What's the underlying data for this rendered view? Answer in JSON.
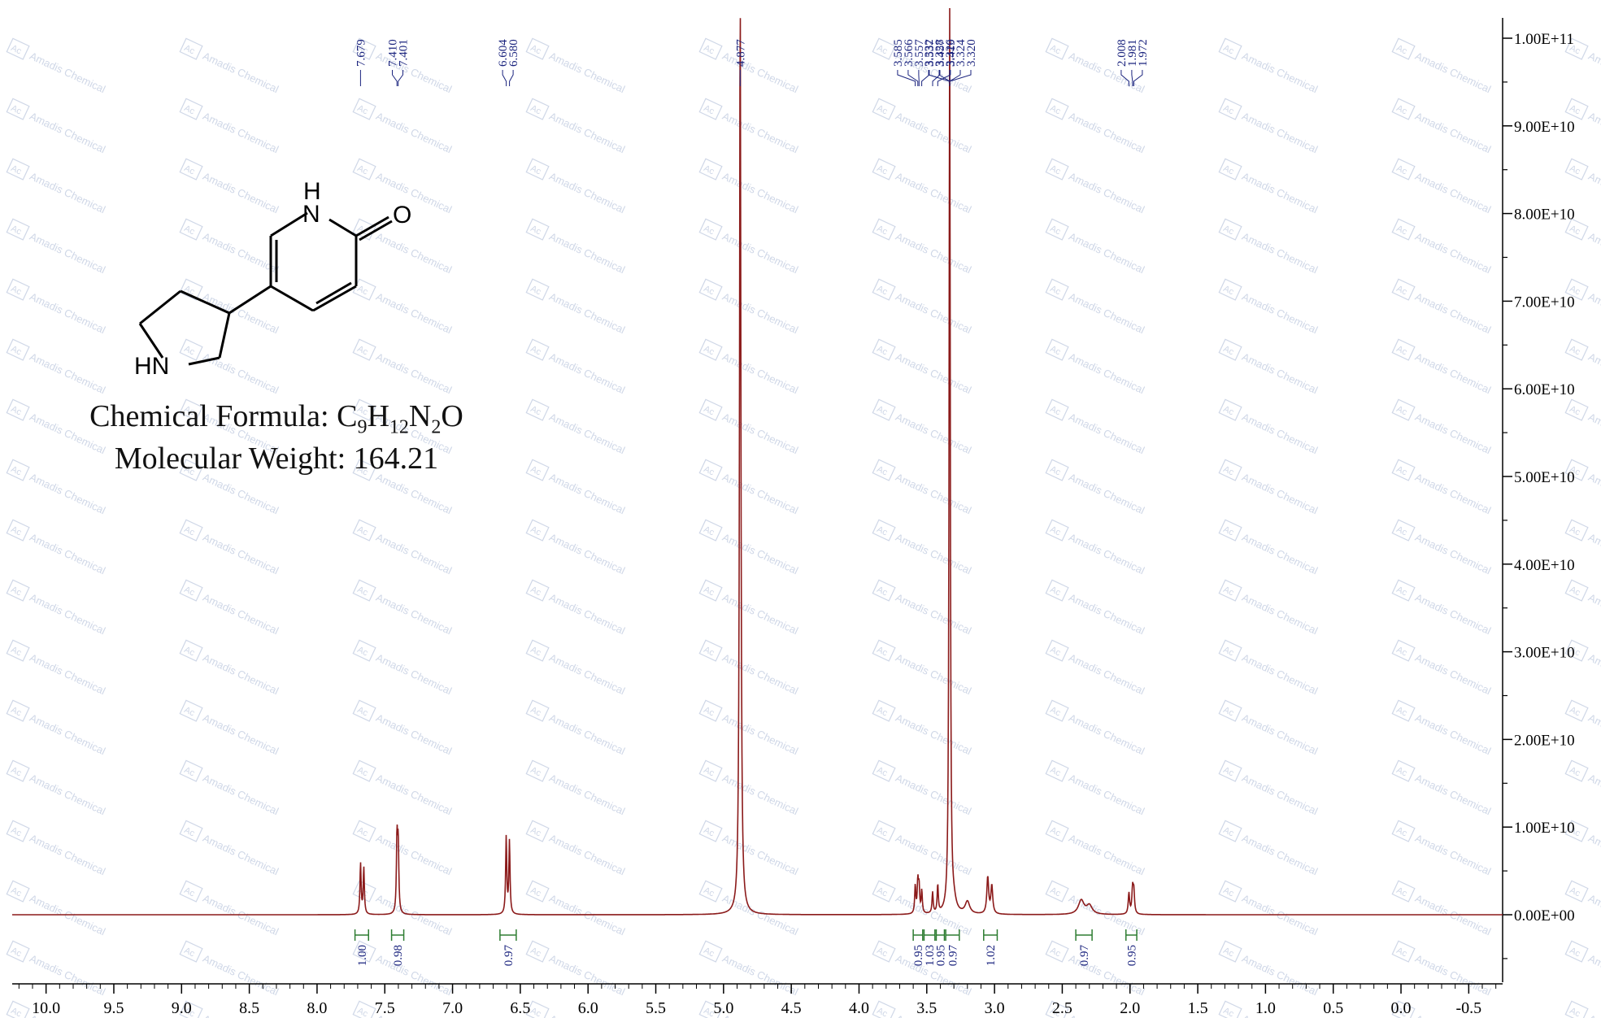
{
  "compound": {
    "formula_label": "Chemical Formula:",
    "formula_parts": [
      "C",
      "9",
      "H",
      "12",
      "N",
      "2",
      "O"
    ],
    "mw_label": "Molecular Weight:",
    "mw_value": "164.21",
    "atom_labels": {
      "nh_top": "H",
      "n_top": "N",
      "o": "O",
      "hn": "HN"
    }
  },
  "watermark": {
    "text": "Amadis Chemical",
    "logo": "Ac"
  },
  "chart_data": {
    "type": "line",
    "xlim": [
      10.25,
      -0.75
    ],
    "ylim": [
      -8000000000.0,
      102000000000.0
    ],
    "x_ticks": [
      10.0,
      9.5,
      9.0,
      8.5,
      8.0,
      7.5,
      7.0,
      6.5,
      6.0,
      5.5,
      5.0,
      4.5,
      4.0,
      3.5,
      3.0,
      2.5,
      2.0,
      1.5,
      1.0,
      0.5,
      0.0,
      -0.5
    ],
    "x_tick_labels": [
      "10.0",
      "9.5",
      "9.0",
      "8.5",
      "8.0",
      "7.5",
      "7.0",
      "6.5",
      "6.0",
      "5.5",
      "5.0",
      "4.5",
      "4.0",
      "3.5",
      "3.0",
      "2.5",
      "2.0",
      "1.5",
      "1.0",
      "0.5",
      "0.0",
      "-0.5"
    ],
    "y_ticks": [
      0,
      10000000000.0,
      20000000000.0,
      30000000000.0,
      40000000000.0,
      50000000000.0,
      60000000000.0,
      70000000000.0,
      80000000000.0,
      90000000000.0,
      100000000000.0
    ],
    "y_tick_labels": [
      "0.00E+00",
      "1.00E+10",
      "2.00E+10",
      "3.00E+10",
      "4.00E+10",
      "5.00E+10",
      "6.00E+10",
      "7.00E+10",
      "8.00E+10",
      "9.00E+10",
      "1.00E+11"
    ],
    "peaks": [
      {
        "x": 7.679,
        "h": 5800000000.0,
        "w": 0.005
      },
      {
        "x": 7.655,
        "h": 5300000000.0,
        "w": 0.005
      },
      {
        "x": 7.41,
        "h": 8600000000.0,
        "w": 0.005
      },
      {
        "x": 7.401,
        "h": 7800000000.0,
        "w": 0.005
      },
      {
        "x": 6.604,
        "h": 8800000000.0,
        "w": 0.005
      },
      {
        "x": 6.58,
        "h": 8300000000.0,
        "w": 0.005
      },
      {
        "x": 4.877,
        "h": 105000000000.0,
        "w": 0.006
      },
      {
        "x": 3.585,
        "h": 3200000000.0,
        "w": 0.005
      },
      {
        "x": 3.566,
        "h": 3600000000.0,
        "w": 0.005
      },
      {
        "x": 3.557,
        "h": 3000000000.0,
        "w": 0.005
      },
      {
        "x": 3.537,
        "h": 2600000000.0,
        "w": 0.005
      },
      {
        "x": 3.457,
        "h": 2400000000.0,
        "w": 0.005
      },
      {
        "x": 3.419,
        "h": 3200000000.0,
        "w": 0.005
      },
      {
        "x": 3.331,
        "h": 105000000000.0,
        "w": 0.005
      },
      {
        "x": 3.3,
        "h": 1000000000.0,
        "w": 0.02
      },
      {
        "x": 3.2,
        "h": 1400000000.0,
        "w": 0.02
      },
      {
        "x": 3.05,
        "h": 4200000000.0,
        "w": 0.008
      },
      {
        "x": 3.02,
        "h": 3200000000.0,
        "w": 0.008
      },
      {
        "x": 2.36,
        "h": 1600000000.0,
        "w": 0.025
      },
      {
        "x": 2.3,
        "h": 1000000000.0,
        "w": 0.025
      },
      {
        "x": 2.008,
        "h": 2400000000.0,
        "w": 0.006
      },
      {
        "x": 1.981,
        "h": 2800000000.0,
        "w": 0.006
      },
      {
        "x": 1.972,
        "h": 2500000000.0,
        "w": 0.006
      }
    ],
    "peak_labels": [
      {
        "group": [
          {
            "x": 7.679,
            "text": "7.679"
          }
        ]
      },
      {
        "group": [
          {
            "x": 7.41,
            "text": "7.410"
          },
          {
            "x": 7.401,
            "text": "7.401"
          }
        ]
      },
      {
        "group": [
          {
            "x": 6.604,
            "text": "6.604"
          },
          {
            "x": 6.58,
            "text": "6.580"
          }
        ]
      },
      {
        "group": [
          {
            "x": 4.877,
            "text": "4.877"
          }
        ]
      },
      {
        "group": [
          {
            "x": 3.585,
            "text": "3.585"
          },
          {
            "x": 3.566,
            "text": "3.566"
          },
          {
            "x": 3.557,
            "text": "3.557"
          },
          {
            "x": 3.537,
            "text": "3.537"
          },
          {
            "x": 3.457,
            "text": "3.457"
          },
          {
            "x": 3.419,
            "text": "3.419"
          }
        ]
      },
      {
        "group": [
          {
            "x": 3.331,
            "text": "3.332"
          },
          {
            "x": 3.331,
            "text": "3.328"
          },
          {
            "x": 3.331,
            "text": "3.326"
          },
          {
            "x": 3.331,
            "text": "3.324"
          },
          {
            "x": 3.331,
            "text": "3.320"
          }
        ]
      },
      {
        "group": [
          {
            "x": 2.008,
            "text": "2.008"
          },
          {
            "x": 1.981,
            "text": "1.981"
          },
          {
            "x": 1.972,
            "text": "1.972"
          }
        ]
      }
    ],
    "integrals": [
      {
        "from": 7.72,
        "to": 7.62,
        "value": "1.00"
      },
      {
        "from": 7.45,
        "to": 7.36,
        "value": "0.98"
      },
      {
        "from": 6.65,
        "to": 6.53,
        "value": "0.97"
      },
      {
        "from": 3.6,
        "to": 3.53,
        "value": "0.95"
      },
      {
        "from": 3.52,
        "to": 3.44,
        "value": "1.03"
      },
      {
        "from": 3.43,
        "to": 3.37,
        "value": "0.95"
      },
      {
        "from": 3.36,
        "to": 3.26,
        "value": "0.97"
      },
      {
        "from": 3.08,
        "to": 2.98,
        "value": "1.02"
      },
      {
        "from": 2.4,
        "to": 2.28,
        "value": "0.97"
      },
      {
        "from": 2.03,
        "to": 1.95,
        "value": "0.95"
      }
    ]
  }
}
